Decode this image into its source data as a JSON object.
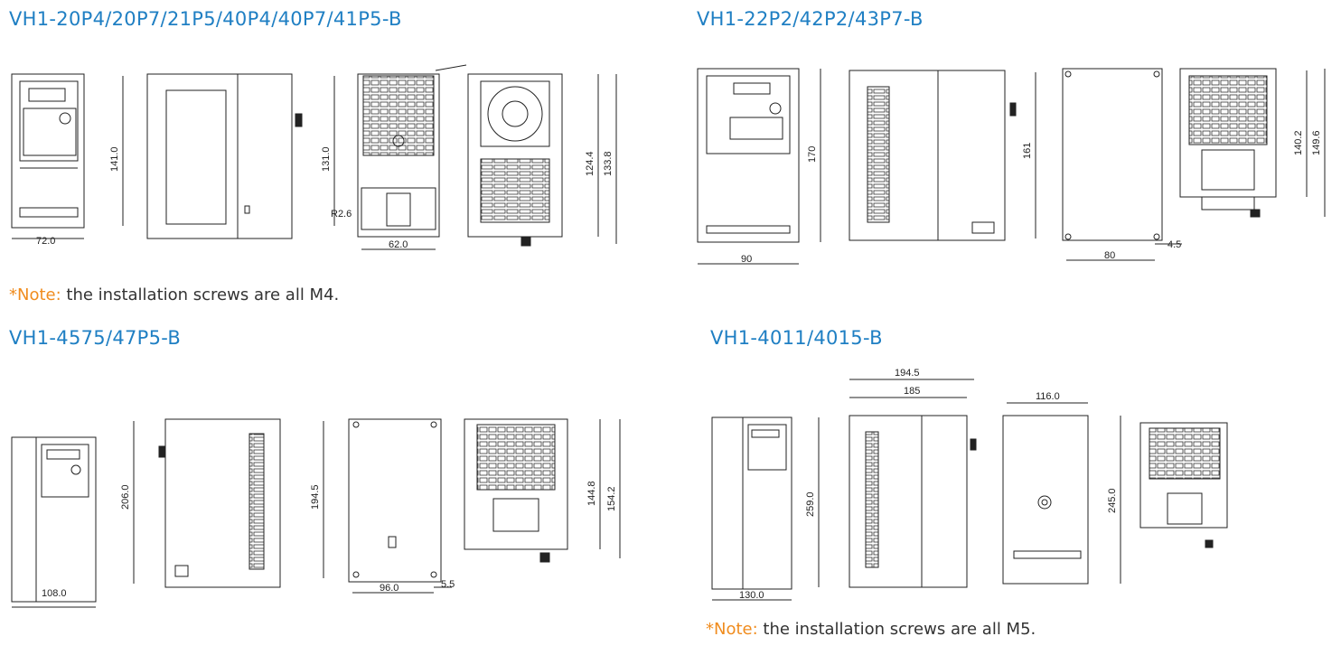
{
  "sections": [
    {
      "title": "VH1-20P4/20P7/21P5/40P4/40P7/41P5-B"
    },
    {
      "title": "VH1-22P2/42P2/43P7-B"
    },
    {
      "title": "VH1-4575/47P5-B"
    },
    {
      "title": "VH1-4011/4015-B"
    }
  ],
  "notes": [
    {
      "label": "*Note:",
      "text": " the installation screws are all M4."
    },
    {
      "label": "*Note:",
      "text": " the installation screws are all M5."
    }
  ],
  "dimensions": {
    "s1": {
      "width_front": "72.0",
      "height_side": "141.0",
      "height_back": "131.0",
      "radius": "R2.6",
      "width_back": "62.0",
      "height_front2": "124.4",
      "height_front3": "133.8"
    },
    "s2": {
      "height": "170",
      "width": "90",
      "height_back": "161",
      "width_back": "80",
      "offset": "4.5",
      "height_a": "140.2",
      "height_b": "149.6"
    },
    "s3": {
      "height_side": "206.0",
      "height_back": "194.5",
      "width_back": "96.0",
      "offset": "5.5",
      "height_a": "144.8",
      "height_b": "154.2",
      "width_front": "108.0"
    },
    "s4": {
      "width_top": "194.5",
      "width_inner": "185",
      "width_back": "116.0",
      "height_front": "259.0",
      "height_back": "245.0",
      "width_front": "130.0"
    }
  },
  "colors": {
    "title": "#1f7fc3",
    "note_label": "#f08c1e",
    "line": "#222222"
  }
}
